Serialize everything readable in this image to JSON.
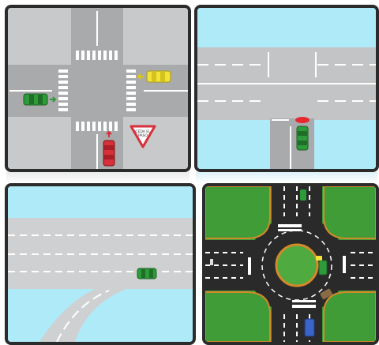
{
  "panels": [
    {
      "id": "intersection-give-way",
      "sign_text": [
        "CEDA EL",
        "PASO"
      ]
    },
    {
      "id": "t-junction",
      "sign_text": []
    },
    {
      "id": "highway-merge",
      "sign_text": []
    },
    {
      "id": "roundabout",
      "sign_text": []
    }
  ],
  "colors": {
    "road": "#a9aaab",
    "grass_grey": "#c9cacb",
    "sky": "#aeeaf8",
    "roundabout_road": "#2a2a2a",
    "grass_green": "#3f9c36",
    "car_green": "#2e9b3a",
    "car_yellow": "#f2e23a",
    "car_red": "#d7303a"
  },
  "icons": [
    "give-way-sign-icon",
    "direction-arrow-icon"
  ]
}
